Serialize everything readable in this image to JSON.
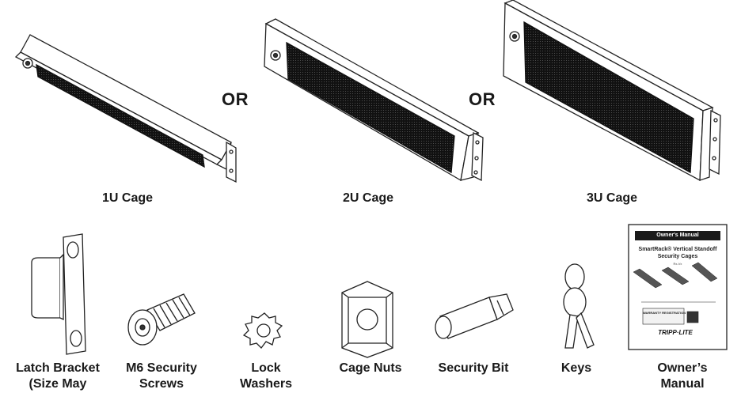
{
  "separators": {
    "or_1": "OR",
    "or_2": "OR"
  },
  "cages": {
    "cage_1u": "1U Cage",
    "cage_2u": "2U Cage",
    "cage_3u": "3U Cage"
  },
  "parts": {
    "latch_bracket_line1": "Latch Bracket",
    "latch_bracket_line2": "(Size May",
    "screws_line1": "M6 Security",
    "screws_line2": "Screws",
    "washers_line1": "Lock",
    "washers_line2": "Washers",
    "cage_nuts": "Cage Nuts",
    "security_bit": "Security Bit",
    "keys": "Keys",
    "manual_line1": "Owner’s",
    "manual_line2": "Manual"
  },
  "manual_cover": {
    "header": "Owner's Manual",
    "title": "SmartRack® Vertical Standoff Security Cages",
    "subtitle": "Rx-Vx",
    "warranty": "WARRANTY REGISTRATION",
    "brand": "TRIPP·LITE"
  }
}
